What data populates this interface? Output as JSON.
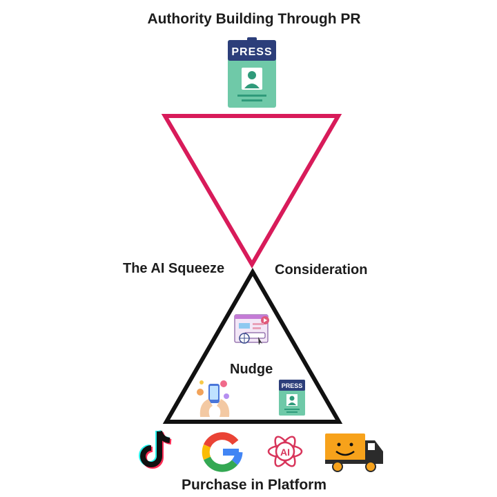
{
  "diagram": {
    "title": "Authority Building Through  PR",
    "left_label": "The AI Squeeze",
    "right_label": "Consideration",
    "center_label": "Nudge",
    "footer": "Purchase in Platform",
    "press_text": "PRESS",
    "ai_text": "AI"
  },
  "colors": {
    "funnel_outline": "#d81b5a",
    "triangle_outline": "#111111",
    "badge_green": "#6fc9a8",
    "badge_navy": "#2c3e7a",
    "google_blue": "#4285F4",
    "google_red": "#EA4335",
    "google_yellow": "#FBBC05",
    "google_green": "#34A853",
    "tiktok_cyan": "#25F4EE",
    "tiktok_pink": "#FE2C55",
    "ai_icon": "#d8355b",
    "truck_orange": "#f7a21b"
  },
  "icons": [
    "press-badge-icon",
    "tiktok-icon",
    "google-icon",
    "ai-icon",
    "delivery-truck-icon",
    "web-browser-icon",
    "phone-hands-icon"
  ]
}
